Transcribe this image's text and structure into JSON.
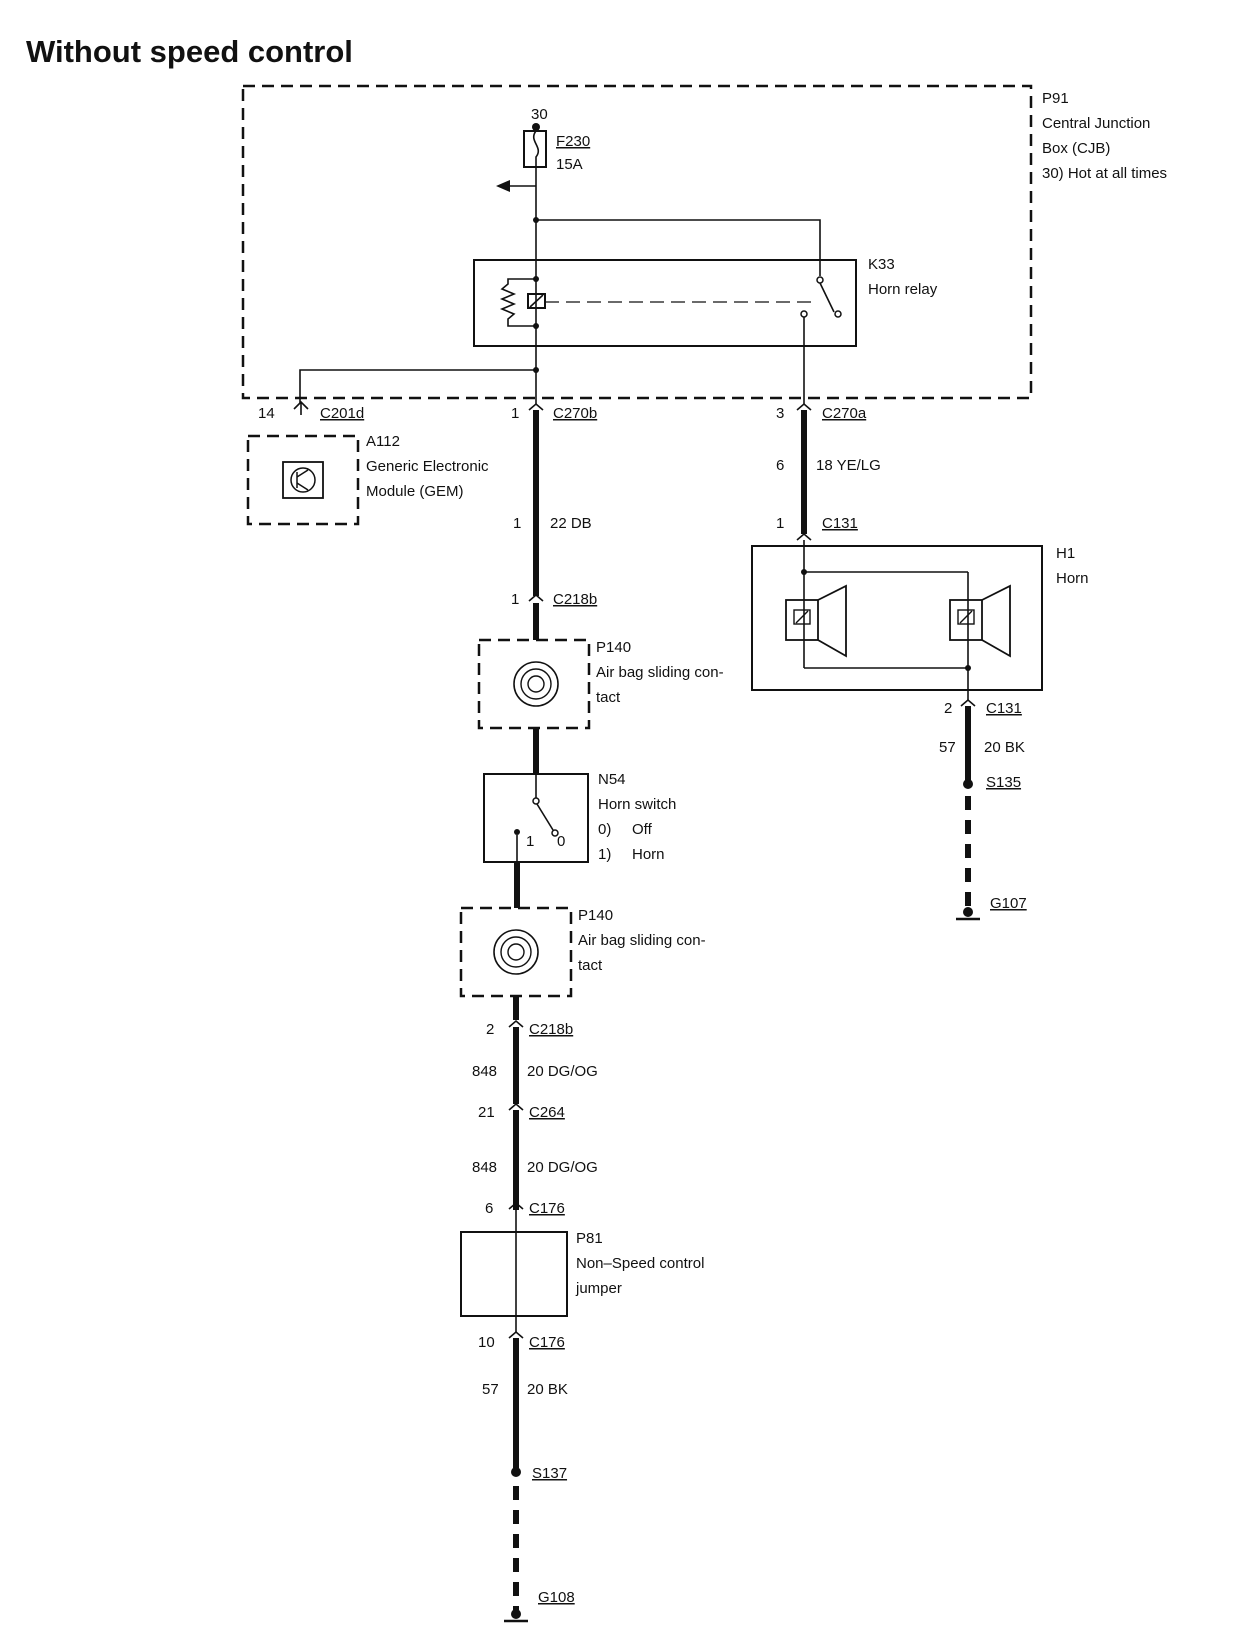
{
  "title": "Without speed control",
  "components": {
    "p91": {
      "id": "P91",
      "name": "Central Junction",
      "name2": "Box (CJB)",
      "note": "30)  Hot at all times"
    },
    "f230": {
      "id": "F230",
      "rating": "15A",
      "terminal": "30"
    },
    "k33": {
      "id": "K33",
      "name": "Horn relay"
    },
    "a112": {
      "id": "A112",
      "name": "Generic Electronic",
      "name2": "Module (GEM)"
    },
    "p140_top": {
      "id": "P140",
      "name": "Air bag sliding con-",
      "name2": "tact"
    },
    "n54": {
      "id": "N54",
      "name": "Horn switch",
      "state0": "0)",
      "state0_label": "Off",
      "state1": "1)",
      "state1_label": "Horn",
      "pos1": "1",
      "pos0": "0"
    },
    "p140_bottom": {
      "id": "P140",
      "name": "Air bag sliding con-",
      "name2": "tact"
    },
    "p81": {
      "id": "P81",
      "name": "Non–Speed control",
      "name2": "jumper"
    },
    "h1": {
      "id": "H1",
      "name": "Horn"
    }
  },
  "connectors": {
    "c201d": {
      "pin": "14",
      "name": "C201d"
    },
    "c270b": {
      "pin": "1",
      "name": "C270b"
    },
    "c270a": {
      "pin": "3",
      "name": "C270a"
    },
    "c131_top": {
      "pin": "1",
      "name": "C131"
    },
    "c218b_top": {
      "pin": "1",
      "name": "C218b"
    },
    "c131_bottom": {
      "pin": "2",
      "name": "C131"
    },
    "c218b_bottom": {
      "pin": "2",
      "name": "C218b"
    },
    "c264": {
      "pin": "21",
      "name": "C264"
    },
    "c176_top": {
      "pin": "6",
      "name": "C176"
    },
    "c176_bottom": {
      "pin": "10",
      "name": "C176"
    }
  },
  "wires": {
    "w1": {
      "circuit": "1",
      "spec": "22 DB"
    },
    "w6": {
      "circuit": "6",
      "spec": "18 YE/LG"
    },
    "w57_horn": {
      "circuit": "57",
      "spec": "20 BK"
    },
    "w848_a": {
      "circuit": "848",
      "spec": "20 DG/OG"
    },
    "w848_b": {
      "circuit": "848",
      "spec": "20 DG/OG"
    },
    "w57_bottom": {
      "circuit": "57",
      "spec": "20 BK"
    }
  },
  "splices": {
    "s135": "S135",
    "s137": "S137"
  },
  "grounds": {
    "g107": "G107",
    "g108": "G108"
  }
}
